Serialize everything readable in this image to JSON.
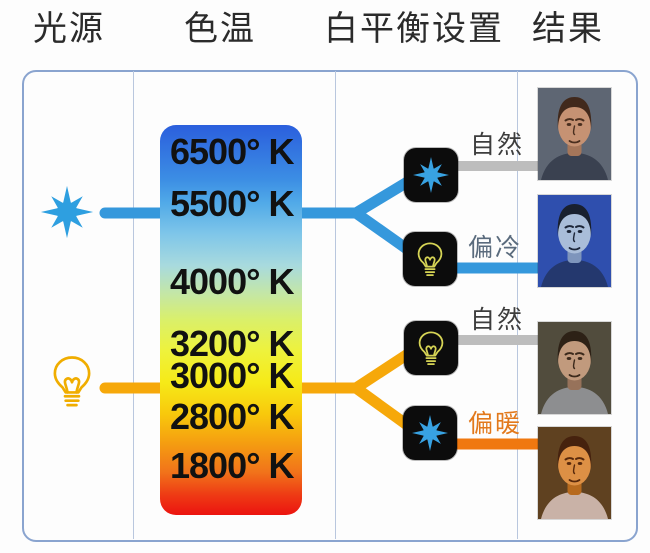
{
  "header": {
    "columns": [
      {
        "label": "光源"
      },
      {
        "label": "色温"
      },
      {
        "label": "白平衡设置"
      },
      {
        "label": "结果"
      }
    ]
  },
  "light_sources": {
    "daylight": {
      "icon": "sun-icon"
    },
    "tungsten": {
      "icon": "bulb-icon"
    }
  },
  "temperature_scale": {
    "unit": "K",
    "labels": [
      "6500° K",
      "5500° K",
      "4000° K",
      "3200° K",
      "3000° K",
      "2800° K",
      "1800° K"
    ],
    "gradient_stops": [
      "#2b5fdd 0%",
      "#3c8ee4 14%",
      "#51aae8 20%",
      "#7fc6e9 28%",
      "#a8dade 36%",
      "#c3e6a8 43%",
      "#daf06a 50%",
      "#eef23c 58%",
      "#f6ea18 66%",
      "#f8c90c 74%",
      "#f5a110 81%",
      "#f1731a 89%",
      "#ee3914 95%",
      "#ec1410 100%"
    ]
  },
  "wb_settings": {
    "boxes": [
      {
        "icon": "sun-wb-icon"
      },
      {
        "icon": "bulb-wb-icon"
      },
      {
        "icon": "bulb-wb-icon"
      },
      {
        "icon": "sun-wb-icon"
      }
    ]
  },
  "results": {
    "items": [
      {
        "label": "自然",
        "label_color": "#3d3d3d",
        "line_color": "#bdbdbd",
        "photo": {
          "bg": "#5e6673",
          "shirt": "#3a4150",
          "skin": "#c69273",
          "shadow": "#a5765a",
          "hair": "#41291c",
          "feat": "#4a2f1f"
        }
      },
      {
        "label": "偏冷",
        "label_color": "#5a6b7d",
        "line_color": "#3598dc",
        "photo": {
          "bg": "#2f4fae",
          "shirt": "#24386e",
          "skin": "#a9bdd9",
          "shadow": "#7e95bc",
          "hair": "#19202f",
          "feat": "#1c2538"
        }
      },
      {
        "label": "自然",
        "label_color": "#3d3d3d",
        "line_color": "#bdbdbd",
        "photo": {
          "bg": "#514c3d",
          "shirt": "#8d8e90",
          "skin": "#c19a7d",
          "shadow": "#97725a",
          "hair": "#2d2116",
          "feat": "#3c2a1c"
        }
      },
      {
        "label": "偏暖",
        "label_color": "#e2791c",
        "line_color": "#f0780f",
        "photo": {
          "bg": "#5f4120",
          "shirt": "#c9b2a7",
          "skin": "#dd9045",
          "shadow": "#b76a1e",
          "hair": "#46220e",
          "feat": "#58290c"
        }
      }
    ]
  },
  "colors": {
    "header_text": "#2b2b2b",
    "temp_text": "#111111",
    "panel_border": "#8aa4cf",
    "divider": "#b9c7de",
    "box_bg": "#0c0c0c",
    "daylight_line": "#3598dc",
    "tungsten_line": "#f6a80a",
    "natural_line": "#bdbdbd",
    "warm_result_line": "#f0780f",
    "sun_icon": "#2e9fe0",
    "bulb_icon_left": "#f0ad00",
    "sun_icon_box": "#38a2e2",
    "bulb_icon_box": "#d6d455"
  }
}
